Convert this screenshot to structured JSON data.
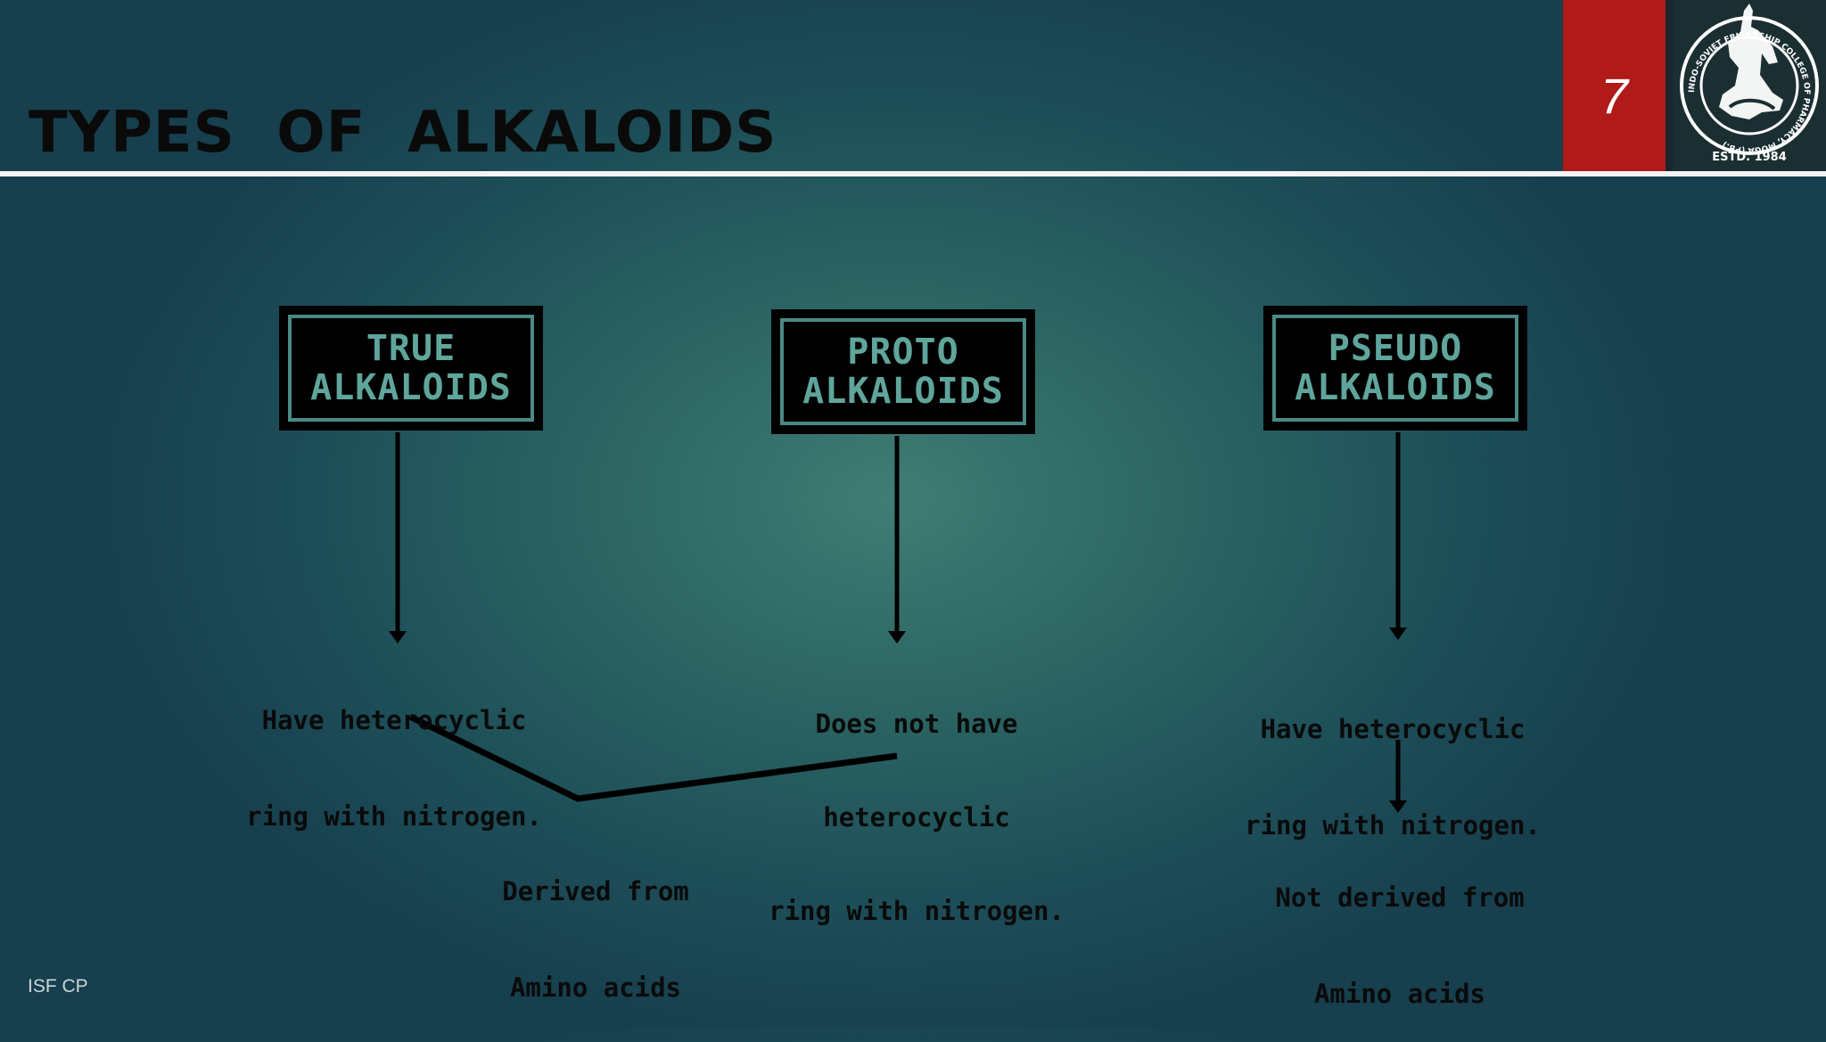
{
  "slide": {
    "title": "TYPES  OF  ALKALOIDS",
    "page_number": "7",
    "footer": "ISF CP",
    "logo": {
      "ring_text": "INDO-SOVIET FRIENDSHIP COLLEGE OF PHARMACY, MOGA (PB.)",
      "established": "ESTD. 1984"
    }
  },
  "diagram": {
    "boxes": [
      {
        "line1": "TRUE",
        "line2": "ALKALOIDS"
      },
      {
        "line1": "PROTO",
        "line2": "ALKALOIDS"
      },
      {
        "line1": "PSEUDO",
        "line2": "ALKALOIDS"
      }
    ],
    "descriptions": {
      "true": [
        "Have heterocyclic",
        "ring with nitrogen."
      ],
      "proto": [
        "Does not have",
        "heterocyclic",
        "ring with nitrogen."
      ],
      "pseudo": [
        "Have heterocyclic",
        "ring with nitrogen."
      ]
    },
    "derived": [
      "Derived from",
      "Amino acids"
    ],
    "not_derived": [
      "Not derived from",
      "Amino acids"
    ]
  },
  "colors": {
    "accent_red": "#b01a18",
    "box_text": "#5fa59c",
    "background": "#2b6462"
  }
}
